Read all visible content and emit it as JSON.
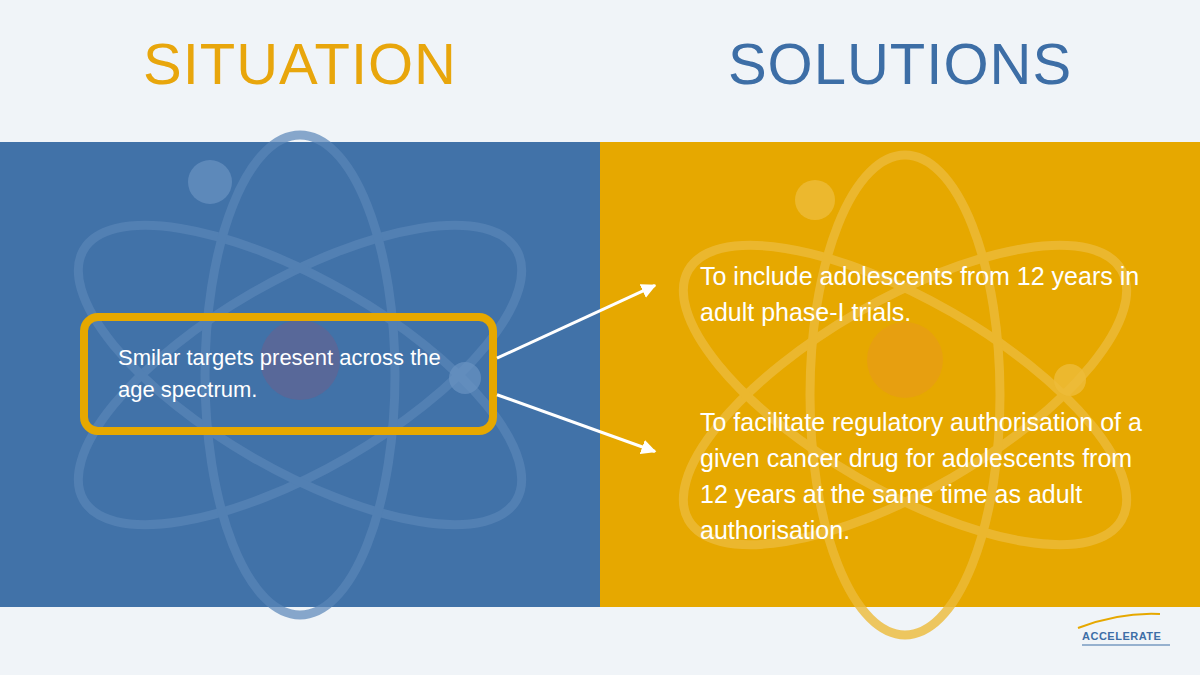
{
  "diagram": {
    "nodes": [
      {
        "text": [
          "SITUATION"
        ]
      },
      {
        "text": [
          "Smilar targets present across the age spectrum."
        ],
        "in": 0
      },
      {
        "text": [
          "SOLUTIONS"
        ]
      },
      {
        "text": [
          "To include adolescents from 12 years in adult phase-I trials."
        ],
        "in": 2
      },
      {
        "text": [
          "To facilitate regulatory authorisation of a given cancer drug for adolescents from 12 years at the same time as adult authorisation."
        ],
        "in": 2
      }
    ],
    "edges": [
      {
        "from": 1,
        "to": 3,
        "arrow": "to"
      },
      {
        "from": 1,
        "to": 4,
        "arrow": "to"
      }
    ],
    "labels": [
      "ACCELERATE"
    ]
  }
}
